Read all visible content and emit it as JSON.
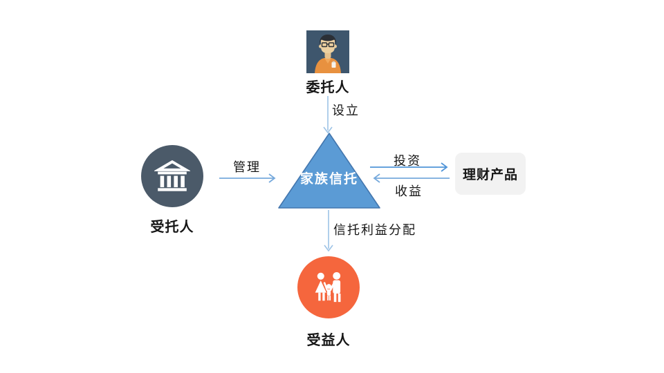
{
  "diagram": {
    "center_node": {
      "label": "家族信托"
    },
    "nodes": {
      "settlor": {
        "label": "委托人",
        "icon": "man-avatar-icon"
      },
      "trustee": {
        "label": "受托人",
        "icon": "bank-icon"
      },
      "products": {
        "label": "理财产品"
      },
      "beneficiary": {
        "label": "受益人",
        "icon": "family-icon"
      }
    },
    "edges": {
      "establish": {
        "label": "设立",
        "from": "settlor",
        "to": "trust",
        "direction": "down"
      },
      "manage": {
        "label": "管理",
        "from": "trustee",
        "to": "trust",
        "direction": "right"
      },
      "invest": {
        "label": "投资",
        "from": "trust",
        "to": "products",
        "direction": "right"
      },
      "returns": {
        "label": "收益",
        "from": "products",
        "to": "trust",
        "direction": "left"
      },
      "distribute": {
        "label": "信托利益分配",
        "from": "trust",
        "to": "beneficiary",
        "direction": "down"
      }
    },
    "colors": {
      "triangle_fill": "#5b9bd5",
      "triangle_stroke": "#4376ae",
      "trustee_circle": "#4b5a69",
      "beneficiary_circle": "#f5663d",
      "products_box_bg": "#f2f2f2",
      "arrow_light_blue": "#9dc3e6",
      "arrow_blue": "#4f94d8",
      "avatar_background": "#3e566d",
      "avatar_shirt": "#e8913f",
      "label_text": "#161616"
    }
  }
}
